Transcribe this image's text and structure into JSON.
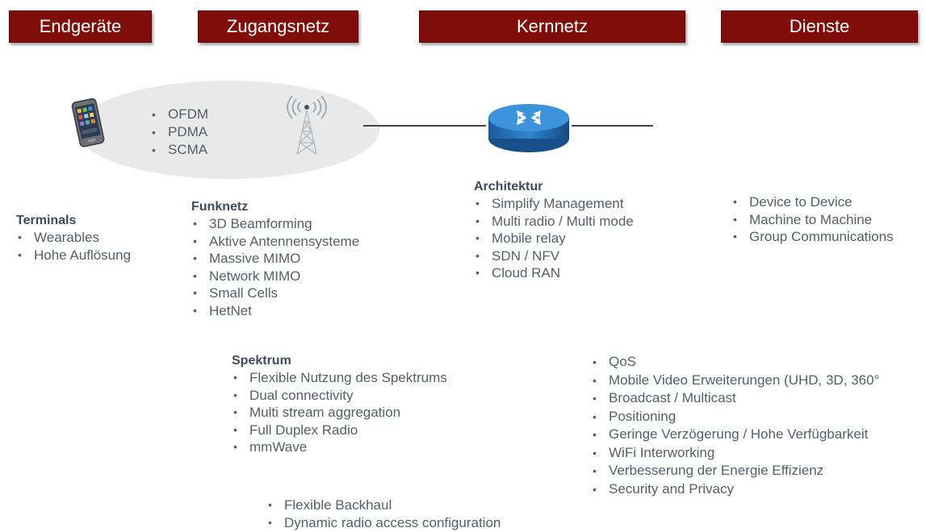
{
  "headers": [
    "Endgeräte",
    "Zugangsnetz",
    "Kernnetz",
    "Dienste"
  ],
  "access_bubble": [
    "OFDM",
    "PDMA",
    "SCMA"
  ],
  "terminals": {
    "title": "Terminals",
    "items": [
      "Wearables",
      "Hohe Auflösung"
    ]
  },
  "funknetz": {
    "title": "Funknetz",
    "items": [
      "3D Beamforming",
      "Aktive Antennensysteme",
      "Massive MIMO",
      "Network MIMO",
      "Small Cells",
      "HetNet"
    ]
  },
  "architektur": {
    "title": "Architektur",
    "items": [
      "Simplify Management",
      "Multi radio / Multi mode",
      "Mobile relay",
      "SDN / NFV",
      "Cloud RAN"
    ]
  },
  "dienste_top": [
    "Device to Device",
    "Machine to Machine",
    "Group Communications"
  ],
  "spektrum": {
    "title": "Spektrum",
    "items": [
      "Flexible Nutzung des Spektrums",
      "Dual connectivity",
      "Multi stream aggregation",
      "Full Duplex Radio",
      "mmWave"
    ]
  },
  "dienste_bottom": [
    "QoS",
    "Mobile Video Erweiterungen (UHD, 3D, 360°",
    "Broadcast / Multicast",
    "Positioning",
    "Geringe Verzögerung / Hohe Verfügbarkeit",
    "WiFi Interworking",
    "Verbesserung der Energie Effizienz",
    "Security and Privacy"
  ],
  "backhaul": [
    "Flexible Backhaul",
    "Dynamic radio access configuration"
  ],
  "colors": {
    "header_bg": "#7f0d0a",
    "text": "#585d66",
    "title": "#3f4b5c",
    "router": "#1f6fb5"
  },
  "icons": [
    "smartphone-icon",
    "antenna-tower-icon",
    "router-icon"
  ]
}
